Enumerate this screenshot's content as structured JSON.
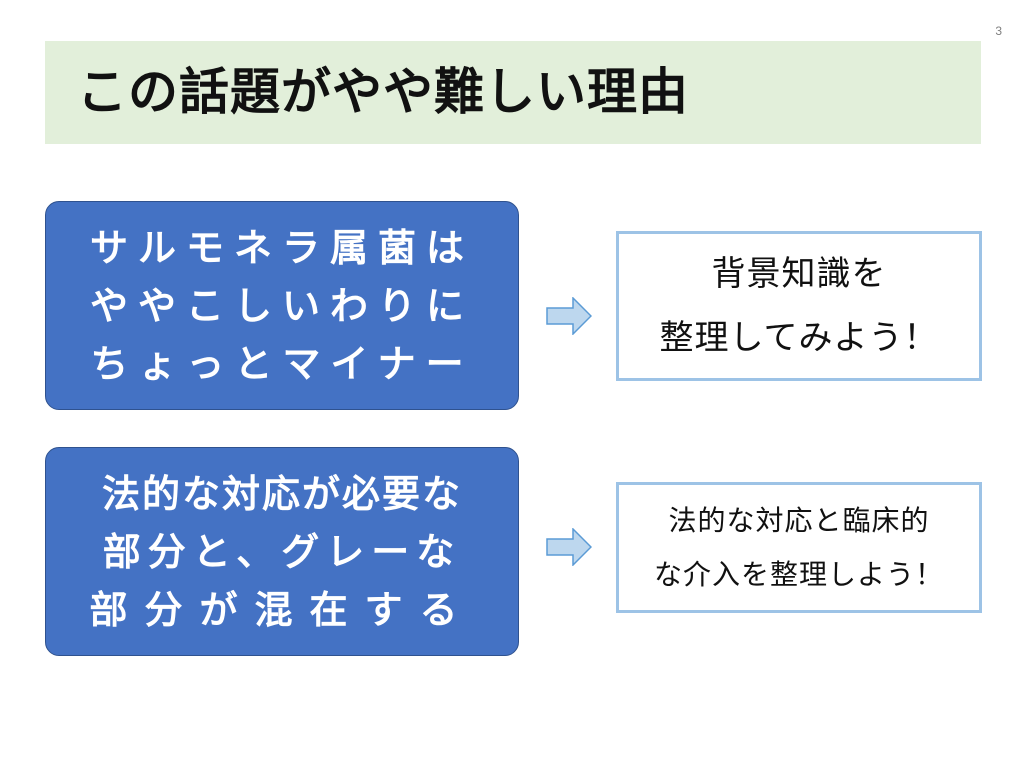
{
  "slide": {
    "page_number": "3",
    "title": "この話題がやや難しい理由"
  },
  "rows": [
    {
      "reason_lines": [
        "サルモネラ属菌は",
        "ややこしいわりに",
        "ちょっとマイナー"
      ],
      "action_lines": [
        "背景知識を",
        "整理してみよう！"
      ]
    },
    {
      "reason_lines": [
        "法的な対応が必要な",
        "部分と、グレーな",
        "部分が混在する"
      ],
      "action_lines": [
        "法的な対応と臨床的",
        "な介入を整理しよう！"
      ]
    }
  ],
  "colors": {
    "title_background": "#e2efda",
    "reason_box_fill": "#4472c4",
    "reason_box_border": "#2f528f",
    "action_box_border": "#9dc3e6",
    "arrow_fill": "#bdd7ee",
    "arrow_stroke": "#5b9bd5"
  },
  "icons": {
    "connector": "right-arrow-icon"
  }
}
